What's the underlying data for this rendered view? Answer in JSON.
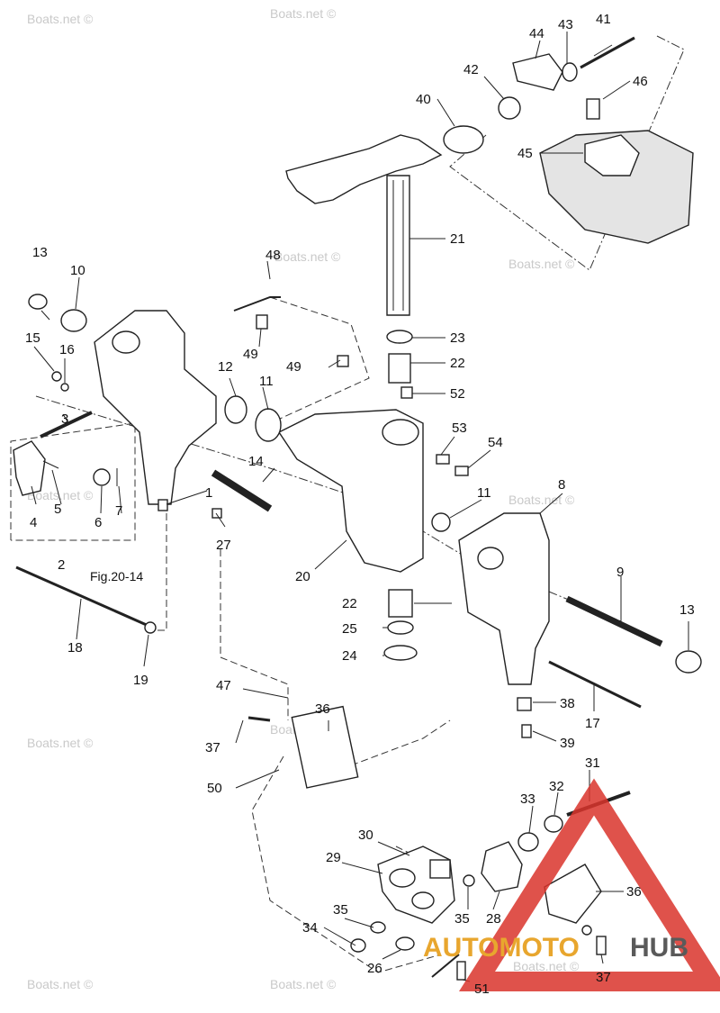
{
  "diagram": {
    "fig_reference": "Fig.20-14",
    "watermarks": [
      "Boats.net ©",
      "Boats.net ©",
      "Boats.net ©",
      "Boats.net ©",
      "Boats.net ©",
      "Boats.net ©",
      "Boats.net ©",
      "Boats.net ©",
      "Boats.net ©",
      "Boats.net ©",
      "Boats.net ©"
    ],
    "logo": {
      "part1": "AUTOMOTO",
      "part2": "HUB",
      "color1": "#e8a62e",
      "color2": "#5a5a5a",
      "triangle_color": "#d9342b"
    },
    "callouts": [
      "1",
      "2",
      "3",
      "4",
      "5",
      "6",
      "7",
      "8",
      "9",
      "10",
      "11",
      "11",
      "12",
      "13",
      "13",
      "14",
      "15",
      "16",
      "17",
      "18",
      "19",
      "20",
      "21",
      "22",
      "22",
      "23",
      "24",
      "25",
      "26",
      "27",
      "28",
      "29",
      "30",
      "31",
      "32",
      "33",
      "34",
      "35",
      "35",
      "36",
      "36",
      "37",
      "37",
      "38",
      "39",
      "40",
      "41",
      "42",
      "43",
      "44",
      "45",
      "46",
      "47",
      "48",
      "49",
      "49",
      "50",
      "51",
      "52",
      "53",
      "54"
    ]
  }
}
